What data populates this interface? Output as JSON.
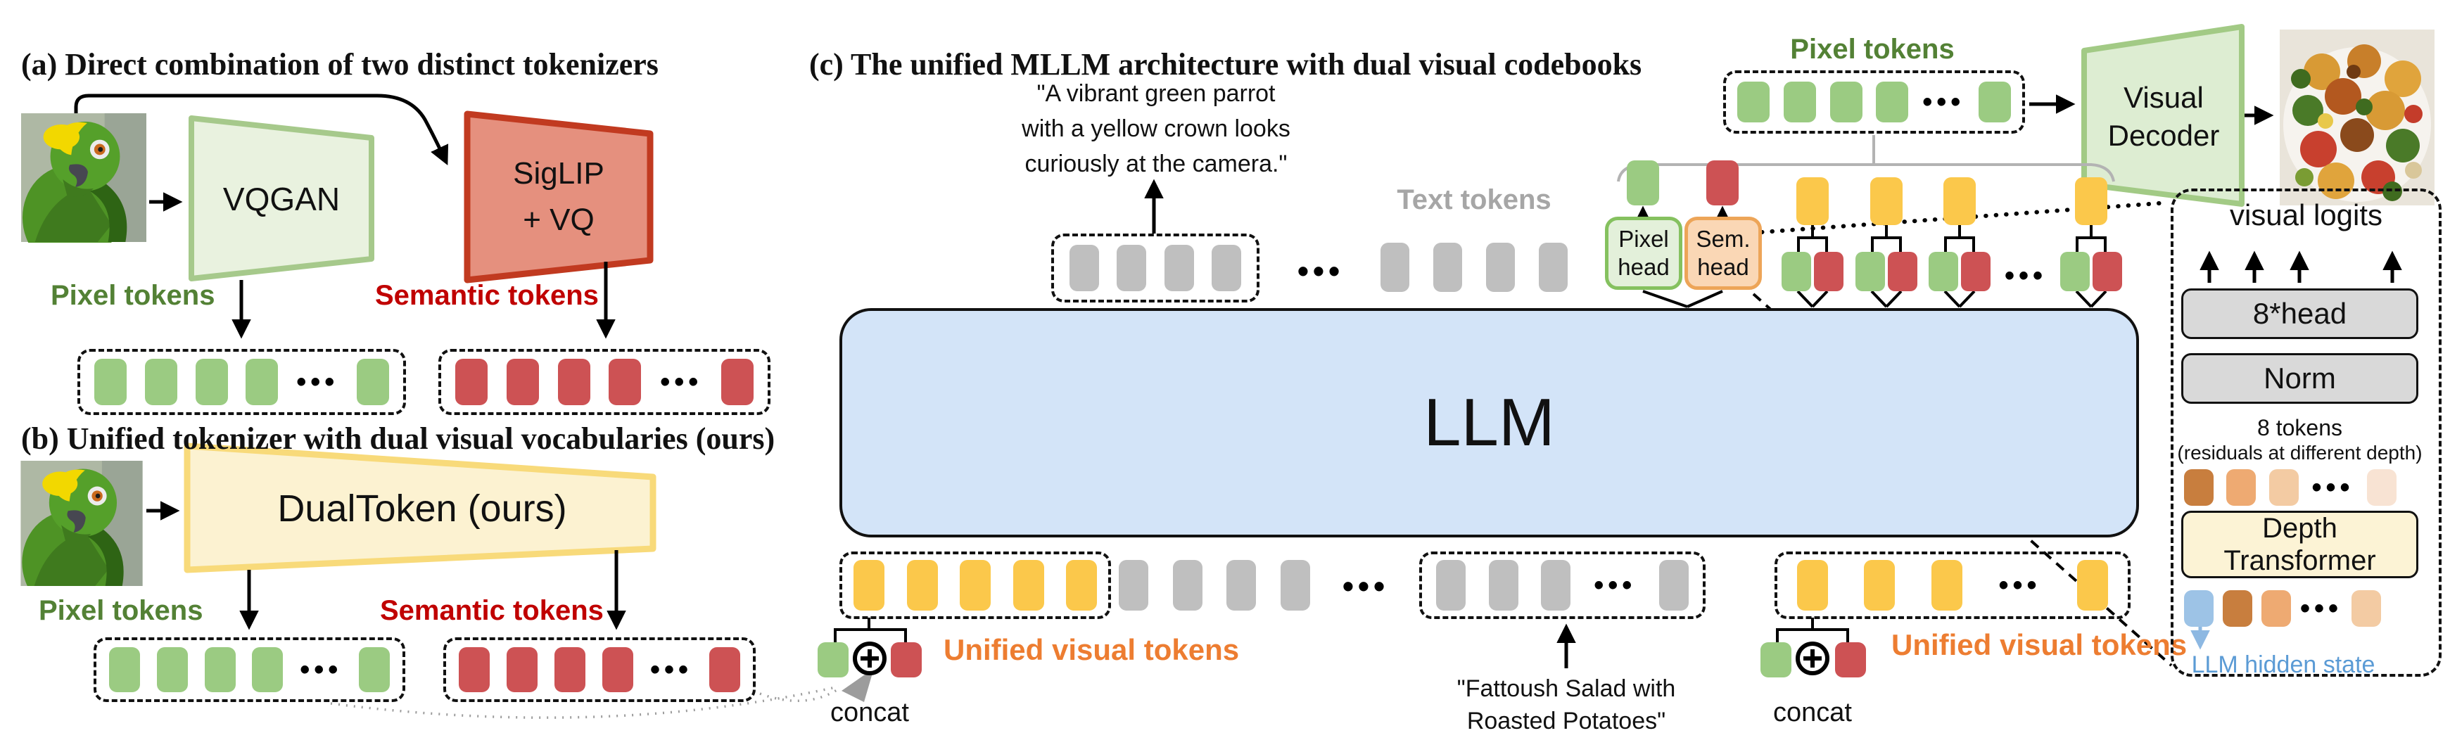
{
  "dots_glyph": "•••",
  "colors": {
    "token_green": "#9bcb82",
    "token_red": "#cd5254",
    "token_yellow": "#fbc84b",
    "token_gray": "#bfbfbf",
    "token_blue": "#9dc3e6",
    "orange_depth_1": "#c87e3e",
    "orange_depth_2": "#eeaa72",
    "orange_depth_3": "#f3cba3",
    "orange_depth_4": "#f8e3d3",
    "label_green": "#538135",
    "label_red": "#c00000",
    "label_orange": "#ed7d31",
    "label_gray": "#a6a6a6",
    "label_blue": "#5b9bd5",
    "llm_fill": "#d3e4f8",
    "vqgan_fill": "#e9f2df",
    "vqgan_border": "#a6c98b",
    "siglip_fill": "#e5907e",
    "siglip_border": "#c13a20",
    "dualtoken_fill": "#fcf2d1",
    "dualtoken_border": "#f8da7a",
    "decoder_fill": "#ddedd2",
    "decoder_border": "#a2ca85",
    "pixel_head_fill": "#e3f0da",
    "pixel_head_border": "#85c15f",
    "sem_head_fill": "#fad7b5",
    "sem_head_border": "#eda558",
    "gray_box_fill": "#d9d9d9",
    "depth_fill": "#fcf3d5"
  },
  "panel_a": {
    "title": "(a) Direct combination of two distinct tokenizers",
    "vqgan": "VQGAN",
    "siglip_line1": "SigLIP",
    "siglip_line2": "+ VQ",
    "pixel_label": "Pixel tokens",
    "semantic_label": "Semantic tokens"
  },
  "panel_b": {
    "title": "(b) Unified tokenizer with dual visual vocabularies (ours)",
    "dualtoken": "DualToken (ours)",
    "pixel_label": "Pixel tokens",
    "semantic_label": "Semantic tokens"
  },
  "panel_c": {
    "title": "(c) The unified MLLM architecture with dual visual codebooks",
    "caption_line1": "\"A vibrant green parrot",
    "caption_line2": "with a yellow crown looks",
    "caption_line3": "curiously at the camera.\"",
    "text_tokens_label": "Text tokens",
    "pixel_head_line1": "Pixel",
    "pixel_head_line2": "head",
    "sem_head_line1": "Sem.",
    "sem_head_line2": "head",
    "llm": "LLM",
    "pixel_tokens_label": "Pixel tokens",
    "decoder_line1": "Visual",
    "decoder_line2": "Decoder",
    "unified_label_1": "Unified visual tokens",
    "unified_label_2": "Unified visual tokens",
    "concat_1": "concat",
    "concat_2": "concat",
    "food_caption_line1": "\"Fattoush Salad with",
    "food_caption_line2": "Roasted Potatoes\""
  },
  "logits_panel": {
    "title": "visual logits",
    "head": "8*head",
    "norm": "Norm",
    "note_line1": "8 tokens",
    "note_line2": "(residuals at different depth)",
    "depth_line1": "Depth",
    "depth_line2": "Transformer",
    "hidden": "LLM hidden state"
  },
  "token_rows": {
    "a_pixel": [
      "token_green",
      "token_green",
      "token_green",
      "token_green",
      "dots",
      "token_green"
    ],
    "a_semantic": [
      "token_red",
      "token_red",
      "token_red",
      "token_red",
      "dots",
      "token_red"
    ],
    "b_pixel": [
      "token_green",
      "token_green",
      "token_green",
      "token_green",
      "dots",
      "token_green"
    ],
    "b_semantic": [
      "token_red",
      "token_red",
      "token_red",
      "token_red",
      "dots",
      "token_red"
    ],
    "c_top_pixel": [
      "token_green",
      "token_green",
      "token_green",
      "token_green",
      "dots",
      "token_green"
    ],
    "c_out_left": [
      "token_gray",
      "token_gray",
      "token_gray",
      "token_gray"
    ],
    "c_out_right": [
      "token_gray",
      "token_gray",
      "token_gray",
      "token_gray"
    ],
    "c_in_yellow1": [
      "token_yellow",
      "token_yellow",
      "token_yellow",
      "token_yellow",
      "token_yellow"
    ],
    "c_in_gray_mid": [
      "token_gray",
      "token_gray",
      "token_gray",
      "token_gray"
    ],
    "c_in_gray_box": [
      "token_gray",
      "token_gray",
      "token_gray",
      "dots",
      "token_gray"
    ],
    "c_in_yellow2": [
      "token_yellow",
      "token_yellow",
      "token_yellow",
      "dots",
      "token_yellow"
    ],
    "logits_row1": [
      "orange_depth_1",
      "orange_depth_2",
      "orange_depth_3",
      "dots",
      "orange_depth_4"
    ],
    "logits_row2": [
      "token_blue",
      "orange_depth_1",
      "orange_depth_2",
      "dots",
      "orange_depth_3"
    ]
  }
}
